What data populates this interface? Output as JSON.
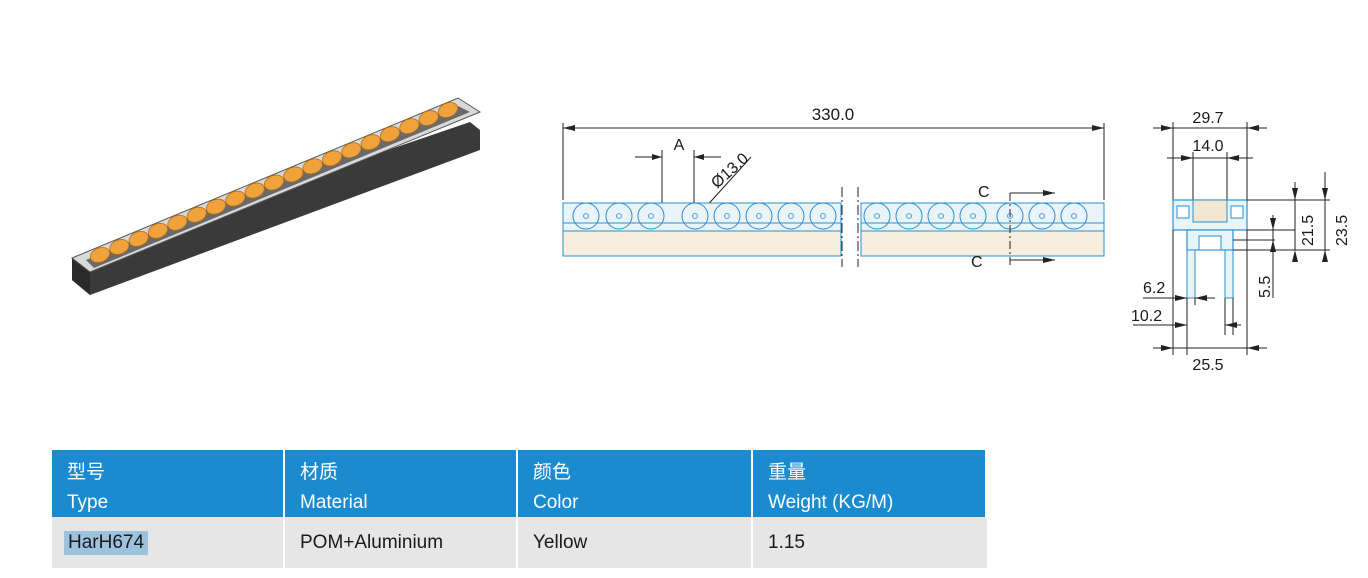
{
  "drawing": {
    "overall_length": "330.0",
    "section_marker_a": "A",
    "roller_diameter": "Ø13.0",
    "section_marker_c": "C",
    "profile_width": "29.7",
    "inner_width": "14.0",
    "height_inner": "21.5",
    "height_total": "23.5",
    "dim_5_5": "5.5",
    "dim_6_2": "6.2",
    "dim_10_2": "10.2",
    "base_width": "25.5"
  },
  "colors": {
    "header_bg": "#1b8bd0",
    "row_bg": "#e6e6e6",
    "roller": "#f0a33c",
    "highlight": "#9cc2dd"
  },
  "table": {
    "headers": [
      {
        "cn": "型号",
        "en": "Type"
      },
      {
        "cn": "材质",
        "en": "Material"
      },
      {
        "cn": "颜色",
        "en": "Color"
      },
      {
        "cn": "重量",
        "en": "Weight (KG/M)"
      }
    ],
    "rows": [
      {
        "type": "HarH674",
        "material": "POM+Aluminium",
        "color": "Yellow",
        "weight": "1.15"
      }
    ]
  }
}
